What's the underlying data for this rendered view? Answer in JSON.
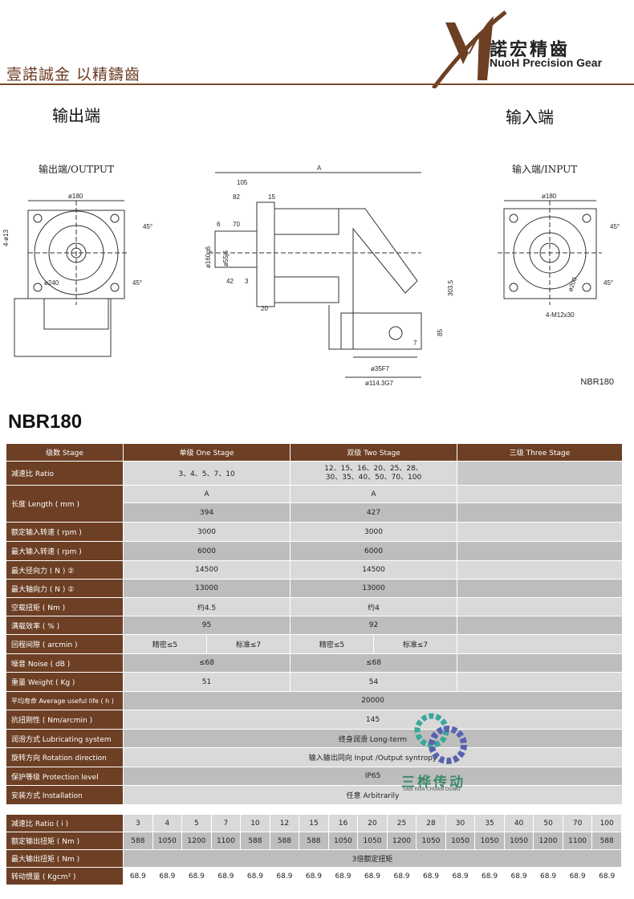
{
  "header": {
    "slogan": "壹諾誠金 以精鑄齒",
    "brand_cn": "諾宏精齒",
    "brand_en": "NuoH Precision Gear"
  },
  "drawing": {
    "output_title": "输出端",
    "input_title": "输入端",
    "output_label": "输出端/OUTPUT",
    "input_label": "输入端/INPUT",
    "dims_left": [
      "ø180",
      "4-ø13",
      "ø240",
      "45°",
      "45°"
    ],
    "dims_mid": [
      "A",
      "105",
      "82",
      "15",
      "6",
      "70",
      "ø160g6",
      "ø55j6",
      "42",
      "3",
      "20",
      "303.5",
      "85",
      "7",
      "ø35F7",
      "ø114.3G7"
    ],
    "dims_right": [
      "ø180",
      "ø200",
      "45°",
      "45°",
      "4-M12x30"
    ],
    "model_label": "NBR180"
  },
  "model_title": "NBR180",
  "spec": {
    "head": [
      "级数 Stage",
      "单级 One Stage",
      "双级 Two Stage",
      "三级 Three Stage"
    ],
    "ratio_label": "减速比 Ratio",
    "ratio_one": "3、4、5、7、10",
    "ratio_two_1": "12、15、16、20、25、28、",
    "ratio_two_2": "30、35、40、50、70、100",
    "length_label": "长度 Length ( mm )",
    "length_a1": "A",
    "length_a2": "A",
    "length_v1": "394",
    "length_v2": "427",
    "rated_speed_label": "额定输入转速 ( rpm )",
    "rated_speed_1": "3000",
    "rated_speed_2": "3000",
    "max_speed_label": "最大输入转速 ( rpm )",
    "max_speed_1": "6000",
    "max_speed_2": "6000",
    "radial_label": "最大径向力 ( N ) ②",
    "radial_1": "14500",
    "radial_2": "14500",
    "axial_label": "最大轴向力 ( N ) ②",
    "axial_1": "13000",
    "axial_2": "13000",
    "noload_label": "空载扭矩 ( Nm )",
    "noload_1": "约4.5",
    "noload_2": "约4",
    "eff_label": "满载效率 ( % )",
    "eff_1": "95",
    "eff_2": "92",
    "backlash_label": "回程间隙 ( arcmin )",
    "bl_1a": "精密≤5",
    "bl_1b": "标准≤7",
    "bl_2a": "精密≤5",
    "bl_2b": "标准≤7",
    "noise_label": "噪音 Noise ( dB )",
    "noise_1": "≤68",
    "noise_2": "≤68",
    "weight_label": "重量 Weight ( Kg )",
    "weight_1": "51",
    "weight_2": "54",
    "life_label": "平均寿命 Average useful life ( h )",
    "life": "20000",
    "stiff_label": "抗扭刚性 ( Nm/arcmin )",
    "stiff": "145",
    "lube_label": "润滑方式 Lubricating system",
    "lube": "终身润滑 Long-term",
    "rot_label": "旋转方向 Rotation direction",
    "rot": "输入输出同向 Input /Output syntropy",
    "prot_label": "保护等级 Protection level",
    "prot": "IP65",
    "inst_label": "安装方式 Installation",
    "inst": "任意 Arbitrarily"
  },
  "ratio_table": {
    "ratio_label": "减速比 Ratio ( i )",
    "ratios": [
      "3",
      "4",
      "5",
      "7",
      "10",
      "12",
      "15",
      "16",
      "20",
      "25",
      "28",
      "30",
      "35",
      "40",
      "50",
      "70",
      "100"
    ],
    "torque_label": "额定输出扭矩 ( Nm )",
    "torques": [
      "588",
      "1050",
      "1200",
      "1100",
      "588",
      "588",
      "588",
      "1050",
      "1050",
      "1200",
      "1050",
      "1050",
      "1050",
      "1050",
      "1200",
      "1100",
      "588"
    ],
    "max_torque_label": "最大输出扭矩 ( Nm )",
    "max_torque": "3倍额定扭矩",
    "inertia_label": "转动惯量 ( Kgcm² )",
    "inertias": [
      "68.9",
      "68.9",
      "68.9",
      "68.9",
      "68.9",
      "68.9",
      "68.9",
      "68.9",
      "68.9",
      "68.9",
      "68.9",
      "68.9",
      "68.9",
      "68.9",
      "68.9",
      "68.9",
      "68.9"
    ]
  },
  "watermark": {
    "text_cn": "三桦传动",
    "text_en": "SAN HUA CHUAN DONG"
  },
  "colors": {
    "brown": "#6d3f24",
    "gray_light": "#d9d9d9",
    "gray_dark": "#bdbdbd"
  }
}
